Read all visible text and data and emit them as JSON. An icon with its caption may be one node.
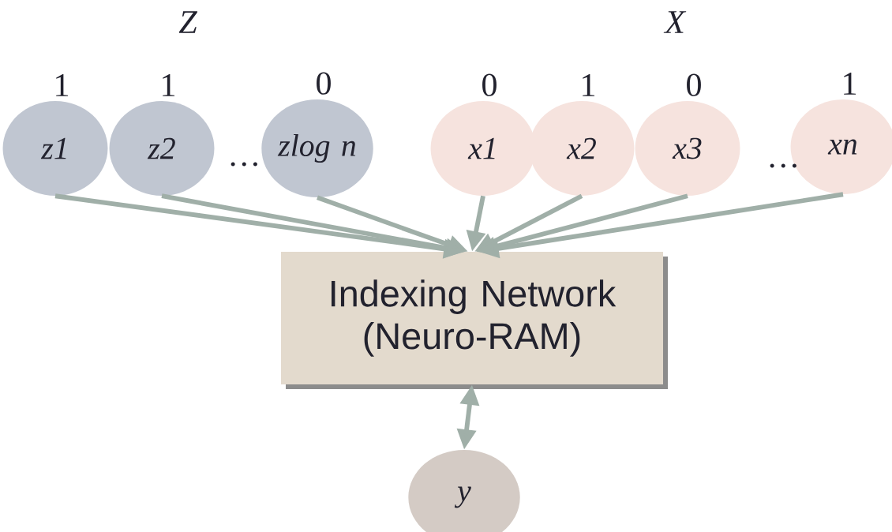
{
  "diagram": {
    "nodes": [
      {
        "text": [
          "z1"
        ],
        "beside": [
          "1"
        ]
      },
      {
        "text": [
          "z2"
        ],
        "beside": [
          "1"
        ]
      },
      {
        "text": [
          "zlog n"
        ],
        "beside": [
          "0"
        ]
      },
      {
        "text": [
          "x1"
        ],
        "beside": [
          "0"
        ]
      },
      {
        "text": [
          "x2"
        ],
        "beside": [
          "1"
        ]
      },
      {
        "text": [
          "x3"
        ],
        "beside": [
          "0"
        ]
      },
      {
        "text": [
          "xn"
        ],
        "beside": [
          "1"
        ]
      },
      {
        "text": [
          "Indexing Network (Neuro-RAM)"
        ]
      },
      {
        "text": [
          "y"
        ]
      }
    ],
    "edges": [
      {
        "from": 0,
        "to": 7,
        "arrow": "to"
      },
      {
        "from": 1,
        "to": 7,
        "arrow": "to"
      },
      {
        "from": 2,
        "to": 7,
        "arrow": "to"
      },
      {
        "from": 3,
        "to": 7,
        "arrow": "to"
      },
      {
        "from": 4,
        "to": 7,
        "arrow": "to"
      },
      {
        "from": 5,
        "to": 7,
        "arrow": "to"
      },
      {
        "from": 6,
        "to": 7,
        "arrow": "to"
      },
      {
        "from": 7,
        "to": 8,
        "arrow": "both"
      }
    ],
    "labels": [
      "Z",
      "X",
      "…",
      "…"
    ]
  }
}
